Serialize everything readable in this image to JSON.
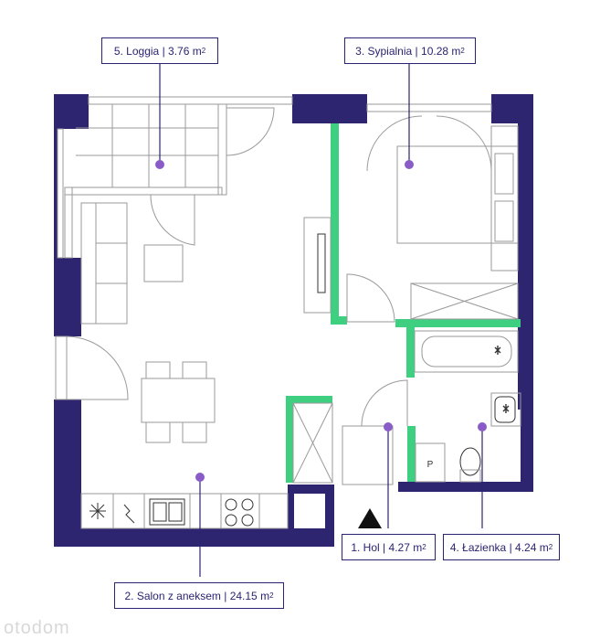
{
  "colors": {
    "wall": "#2d2570",
    "partition": "#3fcf80",
    "marker": "#8a5cc7",
    "line": "#9a9a9a",
    "dark_line": "#333333",
    "label_border": "#2a2470"
  },
  "rooms": [
    {
      "id": "hol",
      "name": "1. Hol",
      "area": "4.27 m",
      "unit_sup": "2"
    },
    {
      "id": "salon",
      "name": "2. Salon z aneksem",
      "area": "24.15 m",
      "unit_sup": "2"
    },
    {
      "id": "sypialnia",
      "name": "3. Sypialnia",
      "area": "10.28 m",
      "unit_sup": "2"
    },
    {
      "id": "lazienka",
      "name": "4. Łazienka",
      "area": "4.24 m",
      "unit_sup": "2"
    },
    {
      "id": "loggia",
      "name": "5. Loggia",
      "area": "3.76 m",
      "unit_sup": "2"
    }
  ],
  "separator": "|",
  "fixtures": {
    "toilet_letter": "P"
  },
  "watermark": "otodom"
}
